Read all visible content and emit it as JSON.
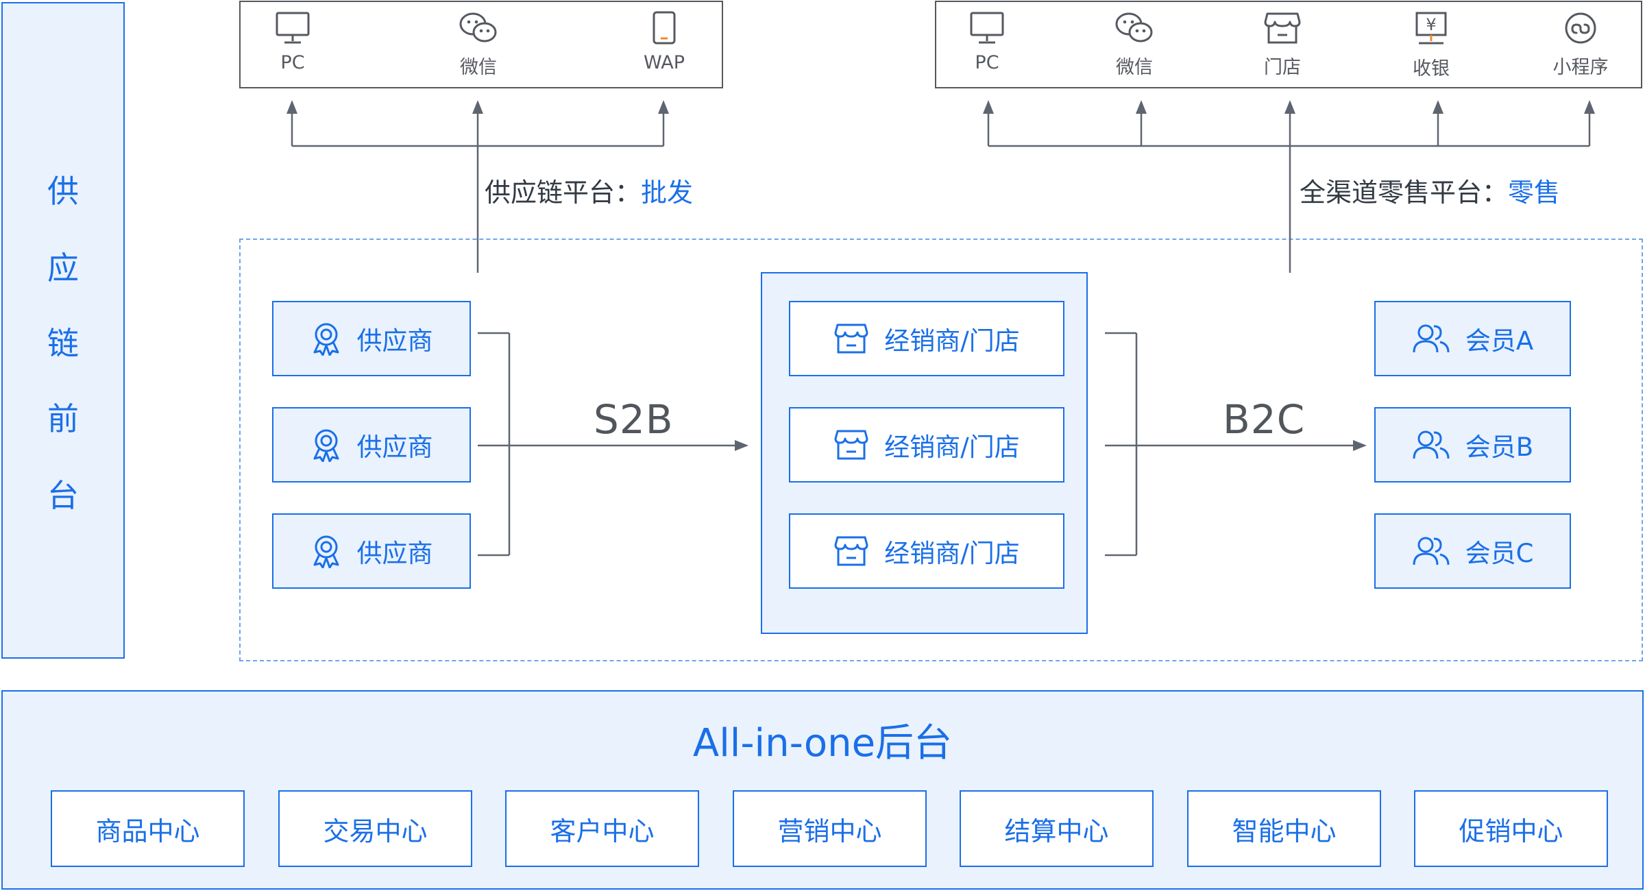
{
  "side_panel": {
    "chars": [
      "供",
      "应",
      "链",
      "前",
      "台"
    ]
  },
  "wholesale_channels": [
    {
      "label": "PC",
      "icon": "monitor-icon"
    },
    {
      "label": "微信",
      "icon": "wechat-icon"
    },
    {
      "label": "WAP",
      "icon": "mobile-phone-icon"
    }
  ],
  "retail_channels": [
    {
      "label": "PC",
      "icon": "monitor-icon"
    },
    {
      "label": "微信",
      "icon": "wechat-icon"
    },
    {
      "label": "门店",
      "icon": "store-icon"
    },
    {
      "label": "收银",
      "icon": "cash-register-icon"
    },
    {
      "label": "小程序",
      "icon": "mini-program-icon"
    }
  ],
  "supply_platform": {
    "prefix": "供应链平台：",
    "highlight": "批发"
  },
  "retail_platform": {
    "prefix": "全渠道零售平台：",
    "highlight": "零售"
  },
  "suppliers": [
    {
      "label": "供应商"
    },
    {
      "label": "供应商"
    },
    {
      "label": "供应商"
    }
  ],
  "dealers": [
    {
      "label": "经销商/门店"
    },
    {
      "label": "经销商/门店"
    },
    {
      "label": "经销商/门店"
    }
  ],
  "members": [
    {
      "label": "会员A"
    },
    {
      "label": "会员B"
    },
    {
      "label": "会员C"
    }
  ],
  "flows": {
    "s2b": "S2B",
    "b2c": "B2C"
  },
  "backend": {
    "title": "All-in-one后台",
    "modules": [
      "商品中心",
      "交易中心",
      "客户中心",
      "营销中心",
      "结算中心",
      "智能中心",
      "促销中心"
    ]
  },
  "colors": {
    "accent": "#1a6fe8",
    "panel_fill": "#eaf2fd",
    "line": "#5f6570",
    "text": "#333a44"
  }
}
